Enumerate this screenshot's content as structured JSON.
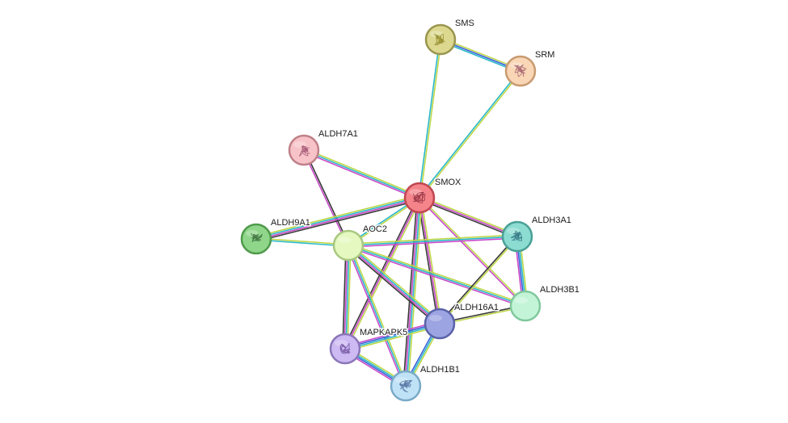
{
  "chart_data": {
    "type": "network",
    "nodes": [
      {
        "id": "SMS",
        "label": "SMS",
        "color": "#dcd890",
        "border": "#9a9650",
        "glyph": "#8a8420"
      },
      {
        "id": "SRM",
        "label": "SRM",
        "color": "#f9d6b6",
        "border": "#c89a70",
        "glyph": "#a05a6a"
      },
      {
        "id": "ALDH7A1",
        "label": "ALDH7A1",
        "color": "#f7c3c8",
        "border": "#c08088",
        "glyph": "#9a4a6a"
      },
      {
        "id": "SMOX",
        "label": "SMOX",
        "color": "#f4838a",
        "border": "#c04650",
        "glyph": "#8a2a3a"
      },
      {
        "id": "ALDH9A1",
        "label": "ALDH9A1",
        "color": "#8fd68a",
        "border": "#4f9a4a",
        "glyph": "#3a6a3a"
      },
      {
        "id": "AOC2",
        "label": "AOC2",
        "color": "#e4f8c0",
        "border": "#a8c880",
        "glyph": ""
      },
      {
        "id": "ALDH3A1",
        "label": "ALDH3A1",
        "color": "#8cdcd2",
        "border": "#4aa096",
        "glyph": "#2a6a7a"
      },
      {
        "id": "ALDH3B1",
        "label": "ALDH3B1",
        "color": "#c4f4d8",
        "border": "#80c89c",
        "glyph": ""
      },
      {
        "id": "ALDH16A1",
        "label": "ALDH16A1",
        "color": "#9ca4e2",
        "border": "#5a62a8",
        "glyph": ""
      },
      {
        "id": "MAPKAPK5",
        "label": "MAPKAPK5",
        "color": "#cdbaf2",
        "border": "#8a76b8",
        "glyph": "#6a4a9a"
      },
      {
        "id": "ALDH1B1",
        "label": "ALDH1B1",
        "color": "#c0e2f6",
        "border": "#7aaac8",
        "glyph": "#4a6a9a"
      }
    ],
    "edges": [
      {
        "source": "SMS",
        "target": "SRM",
        "channels": [
          "#bfd84a",
          "#3a60d8",
          "#2ab8c8"
        ]
      },
      {
        "source": "SMS",
        "target": "SMOX",
        "channels": [
          "#bfd84a",
          "#2ab8c8"
        ]
      },
      {
        "source": "SRM",
        "target": "SMOX",
        "channels": [
          "#bfd84a",
          "#2ab8c8"
        ]
      },
      {
        "source": "ALDH7A1",
        "target": "SMOX",
        "channels": [
          "#bfd84a",
          "#2ab8c8",
          "#c84ac8"
        ]
      },
      {
        "source": "ALDH7A1",
        "target": "AOC2",
        "channels": [
          "#3a3a3a",
          "#c84ac8"
        ]
      },
      {
        "source": "ALDH9A1",
        "target": "SMOX",
        "channels": [
          "#bfd84a",
          "#2ab8c8",
          "#c84ac8",
          "#3a3a3a"
        ]
      },
      {
        "source": "ALDH9A1",
        "target": "AOC2",
        "channels": [
          "#bfd84a",
          "#2ab8c8"
        ]
      },
      {
        "source": "SMOX",
        "target": "AOC2",
        "channels": [
          "#bfd84a",
          "#2ab8c8"
        ]
      },
      {
        "source": "SMOX",
        "target": "ALDH3A1",
        "channels": [
          "#bfd84a",
          "#c84ac8",
          "#3a3a3a"
        ]
      },
      {
        "source": "SMOX",
        "target": "ALDH3B1",
        "channels": [
          "#bfd84a",
          "#c84ac8"
        ]
      },
      {
        "source": "SMOX",
        "target": "ALDH16A1",
        "channels": [
          "#bfd84a",
          "#c84ac8",
          "#3a3a3a"
        ]
      },
      {
        "source": "SMOX",
        "target": "MAPKAPK5",
        "channels": [
          "#bfd84a",
          "#c84ac8",
          "#3a3a3a"
        ]
      },
      {
        "source": "SMOX",
        "target": "ALDH1B1",
        "channels": [
          "#bfd84a",
          "#2ab8c8",
          "#c84ac8",
          "#3a3a3a"
        ]
      },
      {
        "source": "AOC2",
        "target": "ALDH3A1",
        "channels": [
          "#bfd84a",
          "#2ab8c8",
          "#c84ac8"
        ]
      },
      {
        "source": "AOC2",
        "target": "ALDH3B1",
        "channels": [
          "#bfd84a",
          "#2ab8c8",
          "#c84ac8"
        ]
      },
      {
        "source": "AOC2",
        "target": "ALDH16A1",
        "channels": [
          "#bfd84a",
          "#2ab8c8",
          "#c84ac8",
          "#3a3a3a"
        ]
      },
      {
        "source": "AOC2",
        "target": "MAPKAPK5",
        "channels": [
          "#bfd84a",
          "#2ab8c8",
          "#c84ac8",
          "#3a3a3a"
        ]
      },
      {
        "source": "AOC2",
        "target": "ALDH1B1",
        "channels": [
          "#bfd84a",
          "#2ab8c8",
          "#c84ac8"
        ]
      },
      {
        "source": "ALDH3A1",
        "target": "ALDH3B1",
        "channels": [
          "#bfd84a",
          "#2ab8c8",
          "#3a60d8",
          "#c84ac8"
        ]
      },
      {
        "source": "ALDH3A1",
        "target": "ALDH16A1",
        "channels": [
          "#bfd84a",
          "#3a3a3a"
        ]
      },
      {
        "source": "ALDH3B1",
        "target": "ALDH16A1",
        "channels": [
          "#bfd84a",
          "#3a3a3a"
        ]
      },
      {
        "source": "ALDH16A1",
        "target": "MAPKAPK5",
        "channels": [
          "#bfd84a",
          "#2ab8c8",
          "#3a60d8",
          "#c84ac8"
        ]
      },
      {
        "source": "ALDH16A1",
        "target": "ALDH1B1",
        "channels": [
          "#bfd84a",
          "#2ab8c8",
          "#3a60d8"
        ]
      },
      {
        "source": "MAPKAPK5",
        "target": "ALDH1B1",
        "channels": [
          "#bfd84a",
          "#2ab8c8",
          "#3a60d8",
          "#c84ac8"
        ]
      }
    ]
  }
}
